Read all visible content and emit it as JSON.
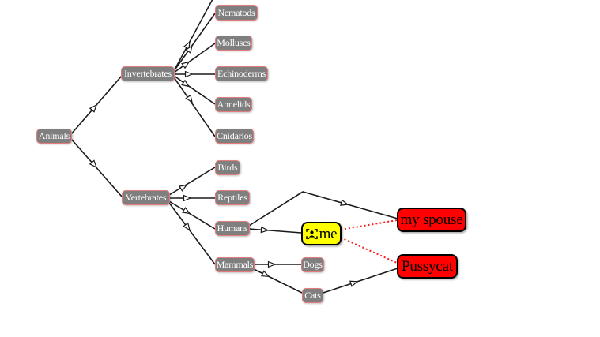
{
  "diagram": {
    "type": "mind-map",
    "nodes": {
      "animals": {
        "label": "Animals"
      },
      "invertebrates": {
        "label": "Invertebrates"
      },
      "nematods": {
        "label": "Nematods"
      },
      "molluscs": {
        "label": "Molluscs"
      },
      "echinoderms": {
        "label": "Echinoderms"
      },
      "annelids": {
        "label": "Annelids"
      },
      "cnidarios": {
        "label": "Cnidarios"
      },
      "vertebrates": {
        "label": "Vertebrates"
      },
      "birds": {
        "label": "Birds"
      },
      "reptiles": {
        "label": "Reptiles"
      },
      "humans": {
        "label": "Humans"
      },
      "mammals": {
        "label": "Mammals"
      },
      "dogs": {
        "label": "Dogs"
      },
      "cats": {
        "label": "Cats"
      },
      "me": {
        "label": "me",
        "icon": "user-portrait-icon",
        "style": "yellow-highlight"
      },
      "my_spouse": {
        "label": "my spouse",
        "style": "red-highlight"
      },
      "pussycat": {
        "label": "Pussycat",
        "style": "red-highlight"
      }
    },
    "edges": [
      {
        "from": "Animals",
        "to": "Invertebrates"
      },
      {
        "from": "Animals",
        "to": "Vertebrates"
      },
      {
        "from": "Invertebrates",
        "to": null,
        "note": "edge exits top of visible area"
      },
      {
        "from": "Invertebrates",
        "to": "Nematods"
      },
      {
        "from": "Invertebrates",
        "to": "Molluscs"
      },
      {
        "from": "Invertebrates",
        "to": "Echinoderms"
      },
      {
        "from": "Invertebrates",
        "to": "Annelids"
      },
      {
        "from": "Invertebrates",
        "to": "Cnidarios"
      },
      {
        "from": "Vertebrates",
        "to": "Birds"
      },
      {
        "from": "Vertebrates",
        "to": "Reptiles"
      },
      {
        "from": "Vertebrates",
        "to": "Humans"
      },
      {
        "from": "Vertebrates",
        "to": "Mammals"
      },
      {
        "from": "Humans",
        "to": "me"
      },
      {
        "from": "Humans",
        "to": "my spouse"
      },
      {
        "from": "Mammals",
        "to": "Dogs"
      },
      {
        "from": "Mammals",
        "to": "Cats"
      },
      {
        "from": "Cats",
        "to": "Pussycat"
      }
    ],
    "connectors": [
      {
        "from": "me",
        "to": "my spouse",
        "style": "dotted",
        "color": "#ff1a1a"
      },
      {
        "from": "me",
        "to": "Pussycat",
        "style": "dotted",
        "color": "#ff1a1a"
      }
    ],
    "colors": {
      "background": "#ffffff",
      "node_background": "#7f7f7f",
      "node_border": "#e37c7c",
      "node_text": "#ffffff",
      "highlight_yellow": "#ffff00",
      "highlight_red": "#fe0100",
      "highlight_border": "#000000",
      "edge": "#1a1a1a",
      "connector": "#ff1a1a"
    }
  }
}
